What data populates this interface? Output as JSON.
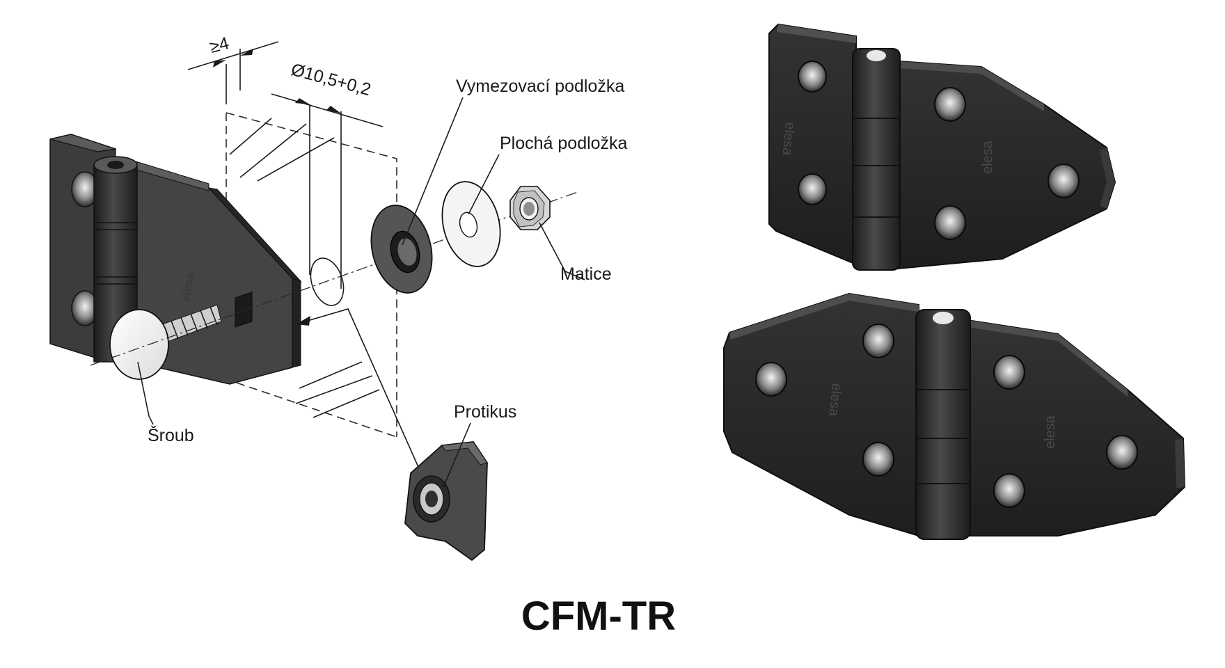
{
  "diagram": {
    "dimensions": {
      "min_panel_thickness": "≥4",
      "hole_diameter": "Ø10,5+0,2"
    },
    "labels": {
      "spacer_washer": "Vymezovací podložka",
      "flat_washer": "Plochá podložka",
      "nut": "Matice",
      "counterpart": "Protikus",
      "screw": "Šroub"
    },
    "brand": "elesa"
  },
  "product": {
    "title": "CFM-TR"
  },
  "colors": {
    "hinge_body": "#3c3c3c",
    "hinge_dark": "#222222",
    "photo_body": "#262626",
    "line": "#1a1a1a"
  }
}
